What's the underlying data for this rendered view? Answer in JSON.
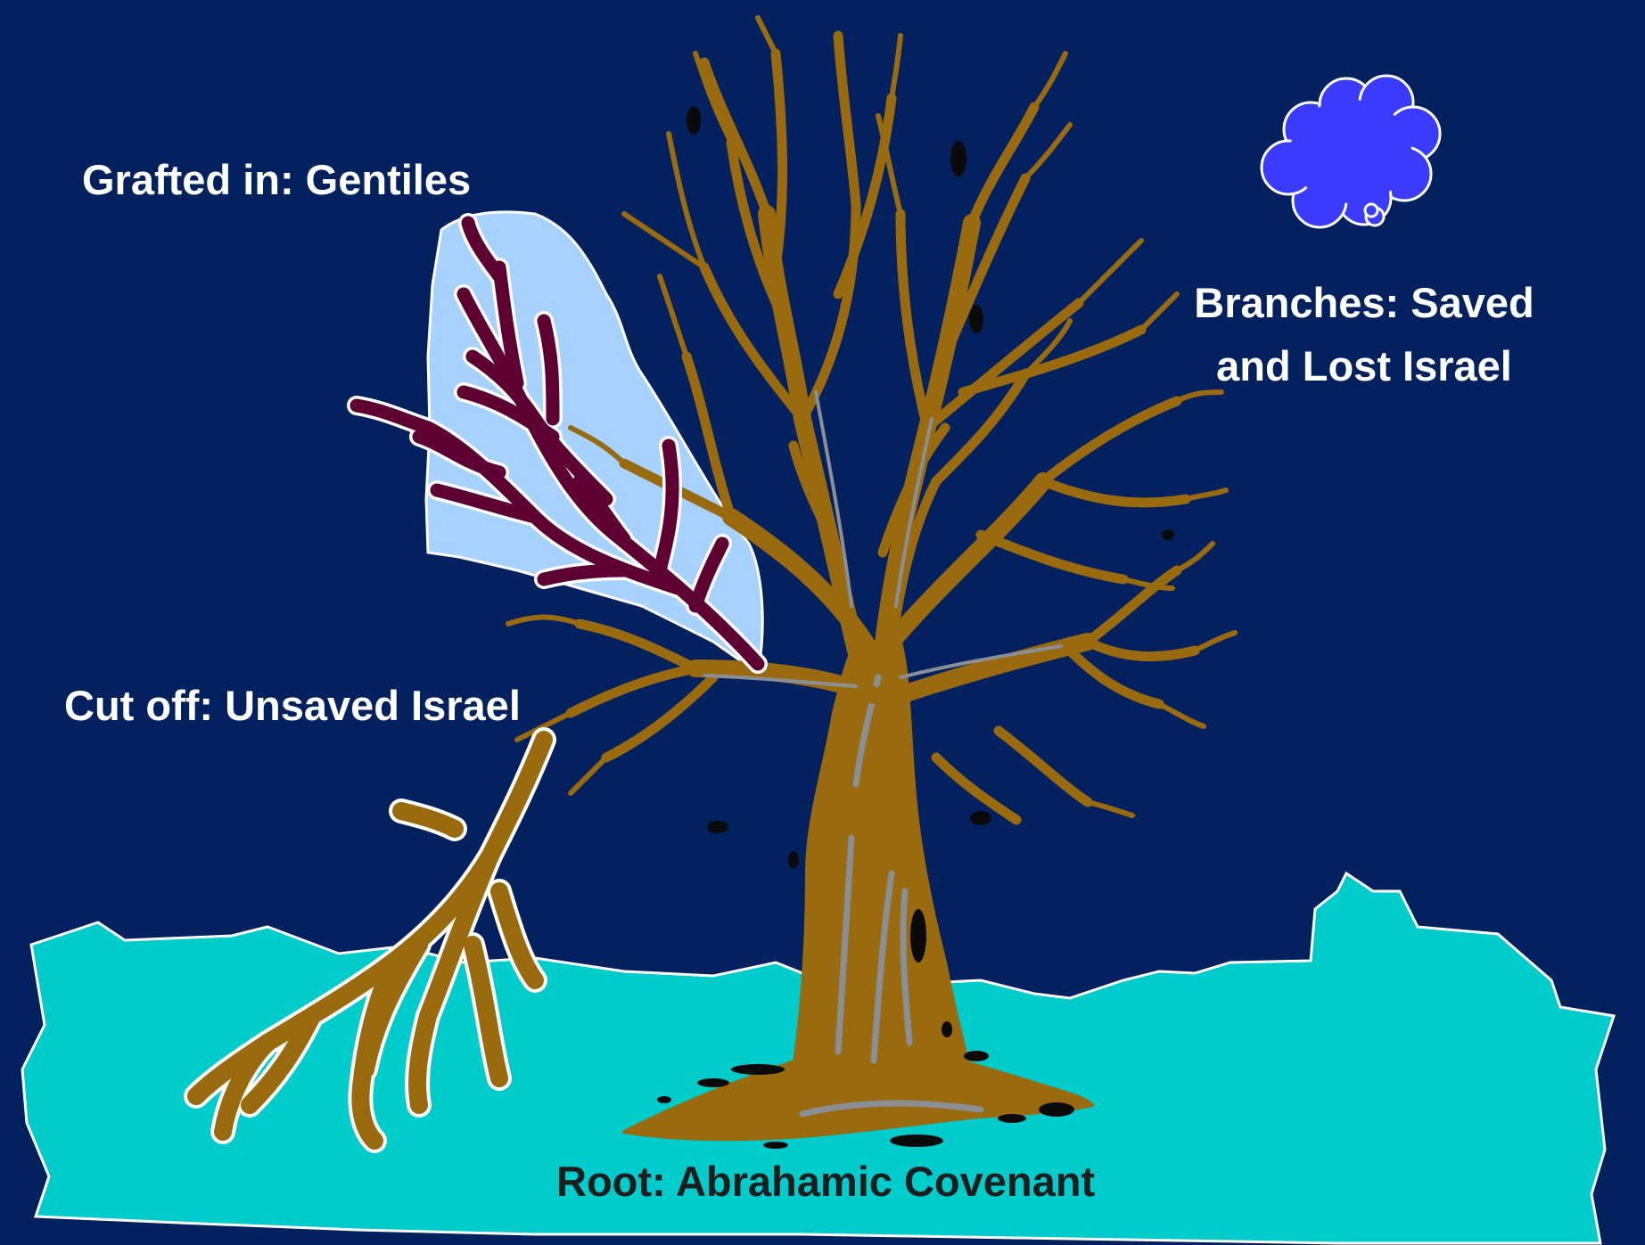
{
  "labels": {
    "grafted": "Grafted in: Gentiles",
    "branches_line1": "Branches: Saved",
    "branches_line2": "and Lost Israel",
    "cut_off": "Cut off: Unsaved Israel",
    "root": "Root: Abrahamic Covenant"
  },
  "colors": {
    "background": "#03205f",
    "ground": "#00cccc",
    "tree": "#9a6a0f",
    "tree_highlight": "#8a8f95",
    "graft_panel": "#a7d1ff",
    "grafted_branch": "#5e0032",
    "cloud": "#3b3bff",
    "text_light": "#ffffff",
    "text_dark": "#1d1d1d"
  },
  "icons": {
    "cloud": "cloud-icon",
    "tree": "tree-icon",
    "cut_branch": "cut-branch-icon",
    "grafted_branch": "grafted-branch-icon"
  }
}
